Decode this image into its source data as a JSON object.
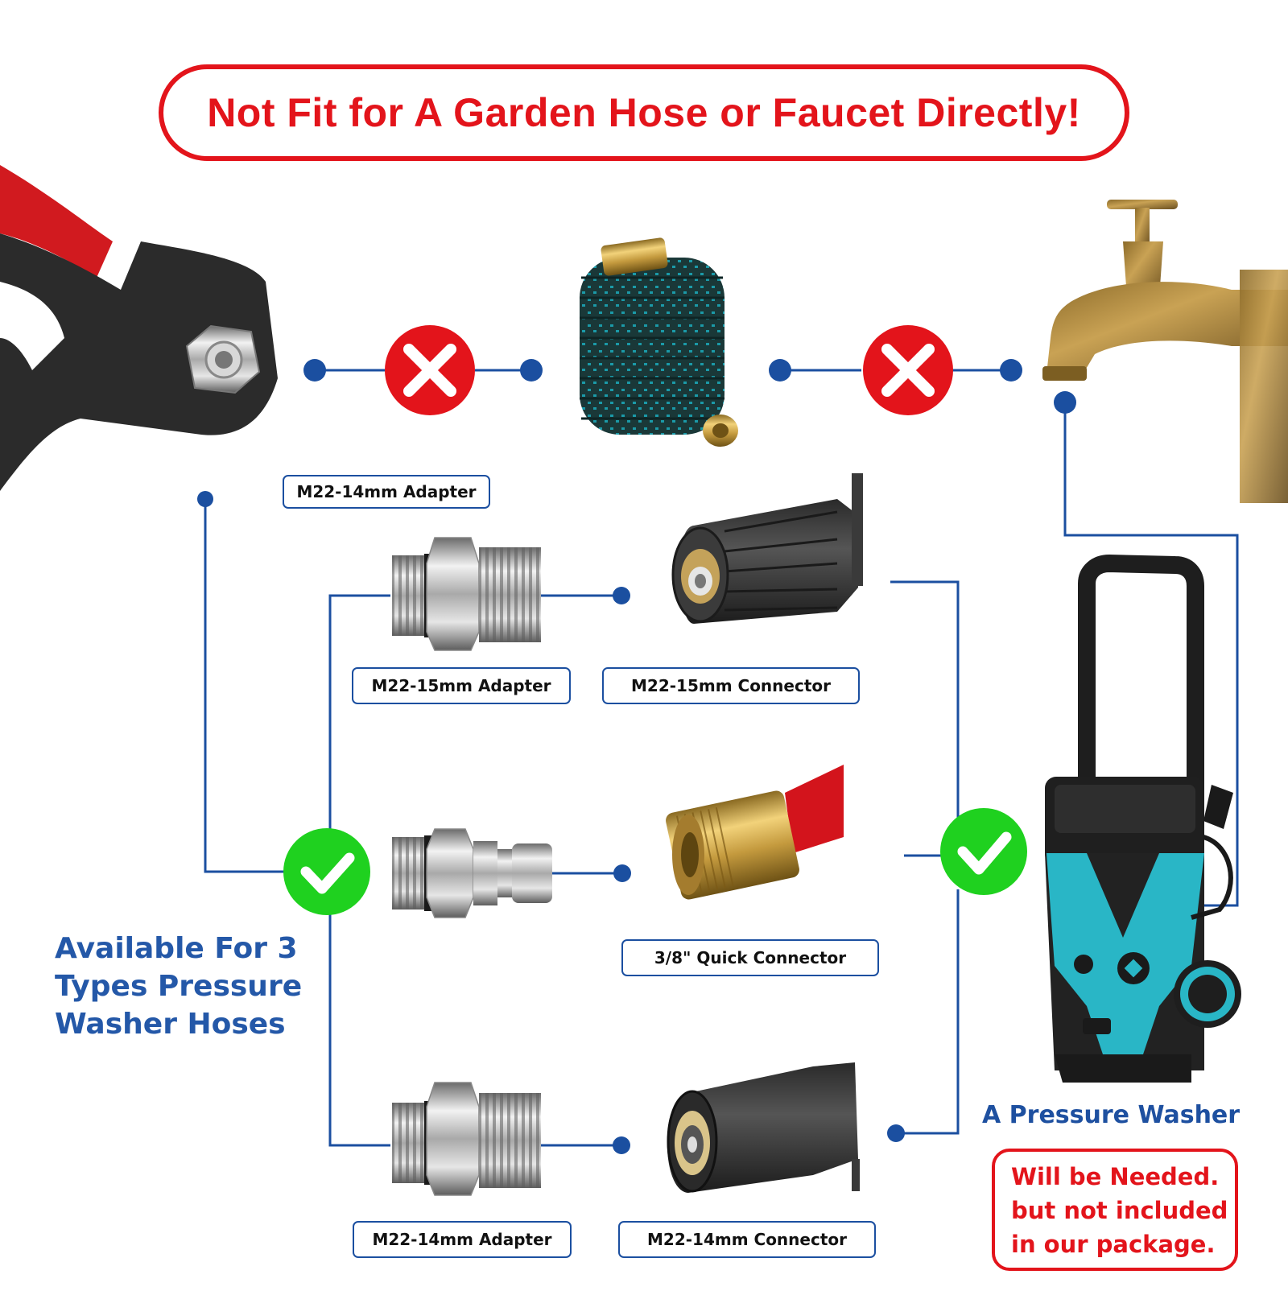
{
  "banner": {
    "text": "Not Fit for A Garden Hose or Faucet Directly!"
  },
  "labels": {
    "m22_14_adapter_top": "M22-14mm Adapter",
    "m22_15_adapter": "M22-15mm Adapter",
    "m22_15_connector": "M22-15mm Connector",
    "quick_connector": "3/8\" Quick Connector",
    "m22_14_adapter_bottom": "M22-14mm Adapter",
    "m22_14_connector": "M22-14mm Connector"
  },
  "available": {
    "text": "Available For 3 Types Pressure Washer Hoses"
  },
  "washer": {
    "title": "A Pressure Washer",
    "note_lines": [
      "Will be Needed.",
      "but not included",
      "in our package."
    ]
  },
  "colors": {
    "red": "#e3141b",
    "blue_line": "#1b4fa0",
    "blue_text": "#2458a8",
    "green": "#1fd11f",
    "teal": "#29b6c6"
  },
  "icons": {
    "cross": "x-mark-icon",
    "check": "check-mark-icon"
  }
}
